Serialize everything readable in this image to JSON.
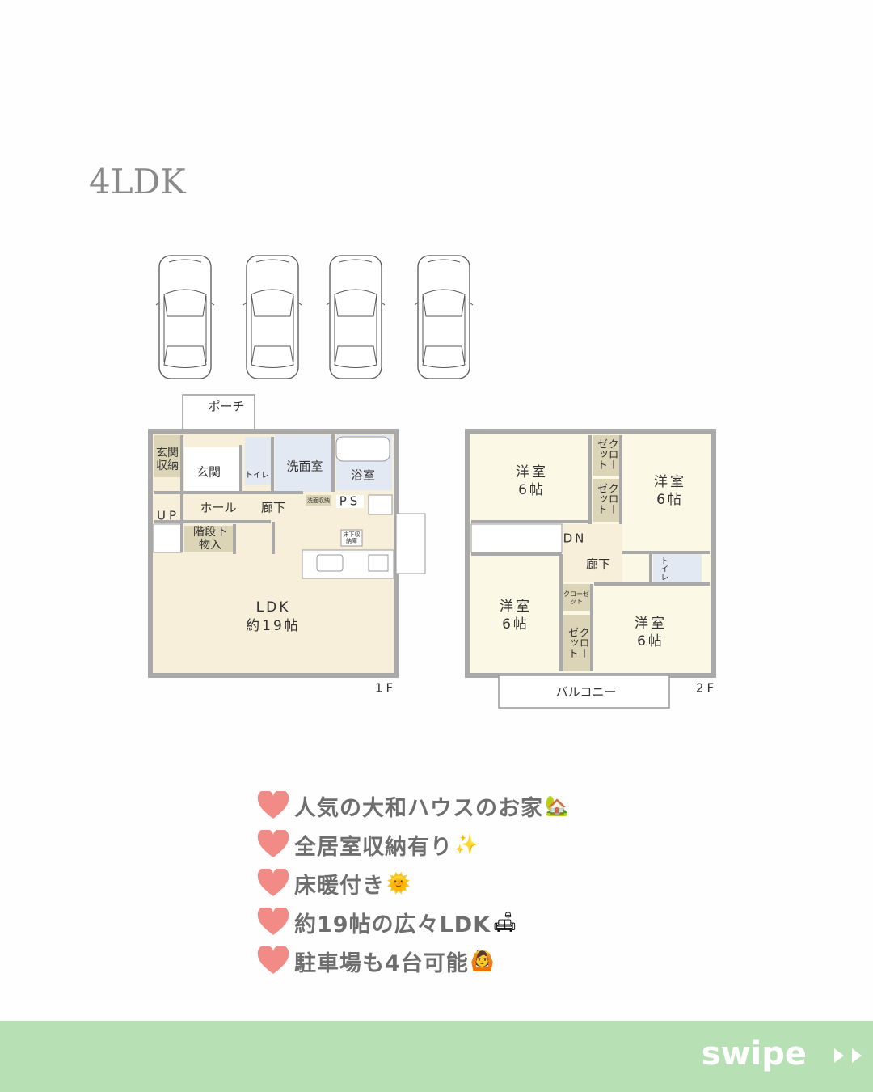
{
  "title": "4LDK",
  "colors": {
    "wall": "#a9a9a9",
    "floor": "#f7efd9",
    "room2f": "#fbf8e5",
    "wet": "#e3e9f3",
    "storage": "#dcd4b6",
    "heart": "#f28b85",
    "text": "#6e6e6e",
    "bar": "#b7e1b5"
  },
  "parking": {
    "cars": 4,
    "icon": "car-icon"
  },
  "floor1": {
    "label": "1F",
    "porch": "ポーチ",
    "entrance_storage": "玄関収納",
    "entrance": "玄関",
    "toilet": "トイレ",
    "washroom": "洗面室",
    "bathroom": "浴室",
    "hall": "ホール",
    "corridor": "廊下",
    "wash_storage": "洗面収納",
    "ps": "PS",
    "up": "UP",
    "under_stairs": "階段下物入",
    "underfloor_storage": "床下収納庫",
    "ldk": "LDK",
    "ldk_size": "約19帖"
  },
  "floor2": {
    "label": "2F",
    "rooms": [
      {
        "name": "洋室",
        "size": "6帖"
      },
      {
        "name": "洋室",
        "size": "6帖"
      },
      {
        "name": "洋室",
        "size": "6帖"
      },
      {
        "name": "洋室",
        "size": "6帖"
      }
    ],
    "closet": "クローゼット",
    "dn": "DN",
    "corridor": "廊下",
    "toilet": "トイレ",
    "balcony": "バルコニー"
  },
  "features": [
    {
      "text": "人気の大和ハウスのお家",
      "emoji": "🏡",
      "icon": "house-icon"
    },
    {
      "text": "全居室収納有り",
      "emoji": "✨",
      "icon": "sparkles-icon"
    },
    {
      "text": "床暖付き",
      "emoji": "🌞",
      "icon": "sun-icon"
    },
    {
      "text": "約19帖の広々LDK",
      "emoji": "🛋",
      "icon": "sofa-icon"
    },
    {
      "text": "駐車場も4台可能",
      "emoji": "🙆",
      "icon": "ok-person-icon"
    }
  ],
  "swipe": {
    "label": "swipe"
  }
}
